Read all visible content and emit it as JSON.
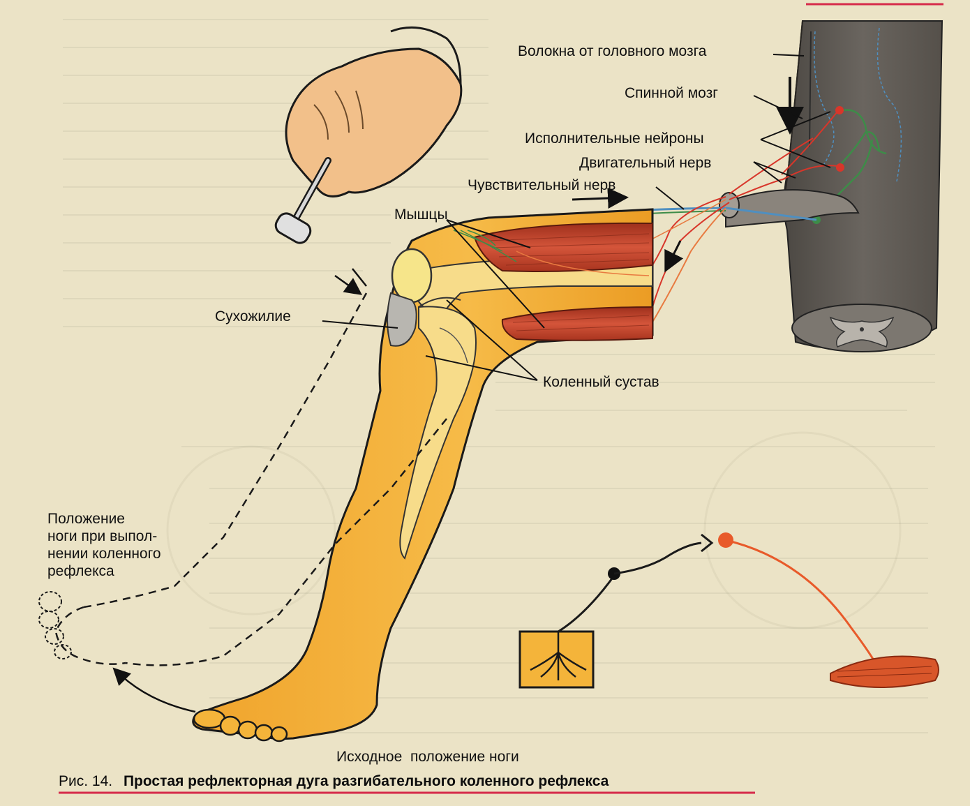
{
  "labels": {
    "fibers_from_brain": "Волокна от головного мозга",
    "spinal_cord": "Спинной мозг",
    "executive_neurons": "Исполнительные нейроны",
    "motor_nerve": "Двигательный нерв",
    "sensory_nerve": "Чувствительный нерв",
    "muscles": "Мышцы",
    "tendon": "Сухожилие",
    "knee_joint": "Коленный сустав",
    "reflex_leg_position_lines": [
      "Положение",
      "ноги при выпол-",
      "нении коленного",
      "рефлекса"
    ],
    "initial_leg_position": "Исходное  положение ноги"
  },
  "caption": {
    "prefix": "Рис. 14.",
    "text": "Простая рефлекторная дуга разгибательного коленного рефлекса"
  },
  "colors": {
    "paper": "#ebe3c6",
    "leg_skin": "#f4b43a",
    "leg_outline": "#1a1a1a",
    "muscle_red": "#c8472a",
    "spinal_cord_gray": "#5f5a55",
    "sensory_nerve_blue": "#4f8fc0",
    "motor_nerve_red": "#d8362a",
    "nerve_green": "#3d8c48",
    "caption_rule": "#d62a4a"
  },
  "icons": {
    "hammer": "reflex-hammer-icon",
    "hand": "hand-icon",
    "arrow": "arrow-icon"
  }
}
